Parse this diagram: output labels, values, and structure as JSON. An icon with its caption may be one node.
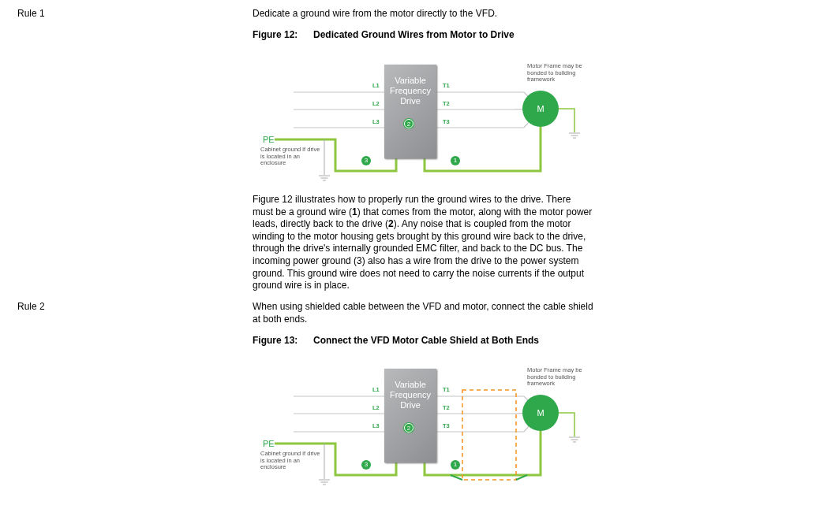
{
  "diagram": {
    "nodes": [
      {
        "text": [
          "PE"
        ]
      },
      {
        "text": [
          "Variable Frequency Drive"
        ]
      },
      {
        "text": [
          "M"
        ]
      },
      {
        "text": [
          "PE"
        ]
      },
      {
        "text": [
          "Variable Frequency Drive"
        ]
      },
      {
        "text": [
          "M"
        ]
      }
    ],
    "edges": [
      {
        "from": null,
        "to": 1,
        "arrow": "none",
        "label": "L1"
      },
      {
        "from": null,
        "to": 1,
        "arrow": "none",
        "label": "L2"
      },
      {
        "from": null,
        "to": 1,
        "arrow": "none",
        "label": "L3"
      },
      {
        "from": 1,
        "to": 2,
        "arrow": "none",
        "label": "T1"
      },
      {
        "from": 1,
        "to": 2,
        "arrow": "none",
        "label": "T2"
      },
      {
        "from": 1,
        "to": 2,
        "arrow": "none",
        "label": "T3"
      },
      {
        "from": 2,
        "to": 1,
        "arrow": "none",
        "style": "thick",
        "color": "#8dc63f"
      },
      {
        "from": 0,
        "to": 1,
        "arrow": "none",
        "style": "thick",
        "color": "#8dc63f"
      },
      {
        "from": null,
        "to": 4,
        "arrow": "none",
        "label": "L1"
      },
      {
        "from": null,
        "to": 4,
        "arrow": "none",
        "label": "L2"
      },
      {
        "from": null,
        "to": 4,
        "arrow": "none",
        "label": "L3"
      },
      {
        "from": 4,
        "to": 5,
        "arrow": "none",
        "label": "T1"
      },
      {
        "from": 4,
        "to": 5,
        "arrow": "none",
        "label": "T2"
      },
      {
        "from": 4,
        "to": 5,
        "arrow": "none",
        "label": "T3"
      },
      {
        "from": 5,
        "to": 4,
        "arrow": "none",
        "style": "thick",
        "color": "#8dc63f"
      },
      {
        "from": 3,
        "to": 4,
        "arrow": "none",
        "style": "thick",
        "color": "#8dc63f"
      }
    ],
    "labels": [
      "Rule 1",
      "Dedicate a ground wire from the motor directly to the VFD.",
      "Figure 12:",
      "Dedicated Ground Wires from Motor to Drive",
      "Motor Frame may be bonded to building framework",
      "2",
      "Cabinet ground if drive is located in an enclosure",
      "3",
      "1",
      "Figure 12 illustrates how to properly run the ground wires to the drive. There must be a ground wire (**1**) that comes from the motor, along with the motor power leads, directly back to the drive (**2**). Any noise that is coupled from the motor winding to the motor housing gets brought by this ground wire back to the drive, through the drive's internally grounded EMC filter, and back to the DC bus. The incoming power ground (3) also has a wire from the drive to the power system ground. This ground wire does not need to carry the noise currents if the output ground wire is in place.",
      "Rule 2",
      "When using shielded cable between the VFD and motor, connect the cable shield at both ends.",
      "Figure 13:",
      "Connect the VFD Motor Cable Shield at Both Ends",
      "Motor Frame may be bonded to building framework",
      "2",
      "Cabinet ground if drive is located in an enclosure",
      "3",
      "1"
    ]
  }
}
